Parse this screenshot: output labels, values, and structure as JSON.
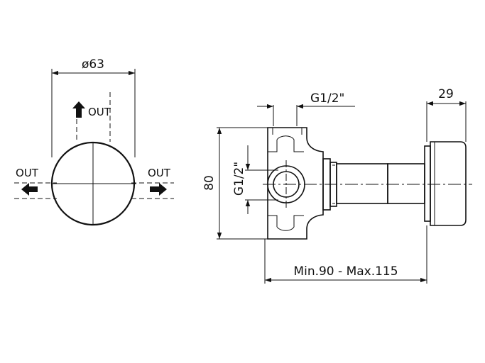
{
  "front_view": {
    "diameter_label": "ø63",
    "outlet_top": "OUT",
    "outlet_left": "OUT",
    "outlet_right": "OUT"
  },
  "side_view": {
    "thread_top_label": "G1/2\"",
    "thread_side_label": "G1/2\"",
    "height_label": "80",
    "cover_depth_label": "29",
    "depth_range_label": "Min.90 - Max.115"
  }
}
